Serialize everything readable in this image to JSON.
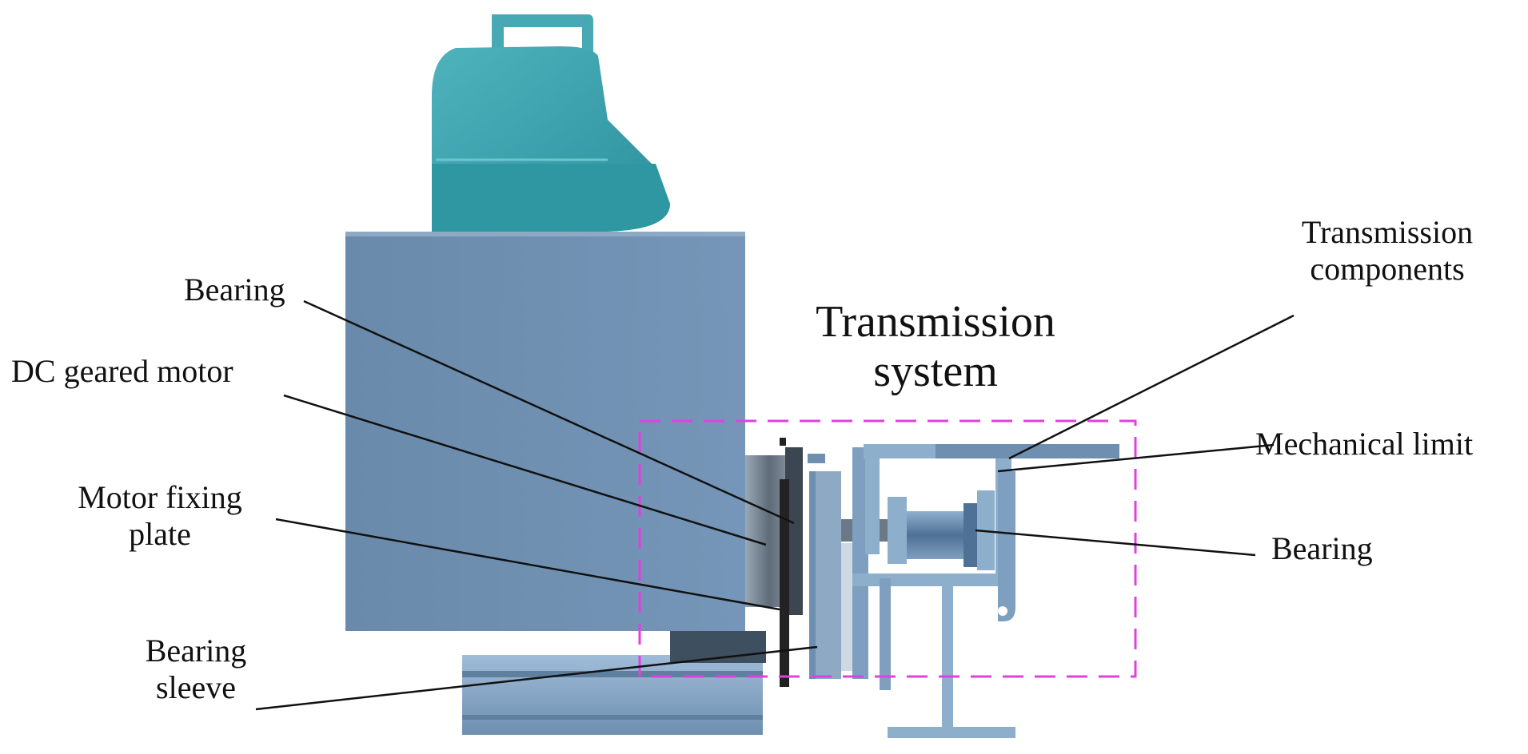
{
  "colors": {
    "body_blue": "#6f8fb0",
    "part_blue": "#8eafcc",
    "teal": "#3fa3ad",
    "box_dash": "#e040e0",
    "leader": "#111111"
  },
  "title": {
    "line1": "Transmission",
    "line2": "system"
  },
  "labels": {
    "bearing_left": "Bearing",
    "dc_motor": "DC geared motor",
    "motor_plate_1": "Motor fixing",
    "motor_plate_2": "plate",
    "bearing_sleeve_1": "Bearing",
    "bearing_sleeve_2": "sleeve",
    "trans_comp_1": "Transmission",
    "trans_comp_2": "components",
    "mech_limit": "Mechanical limit",
    "bearing_right": "Bearing"
  }
}
